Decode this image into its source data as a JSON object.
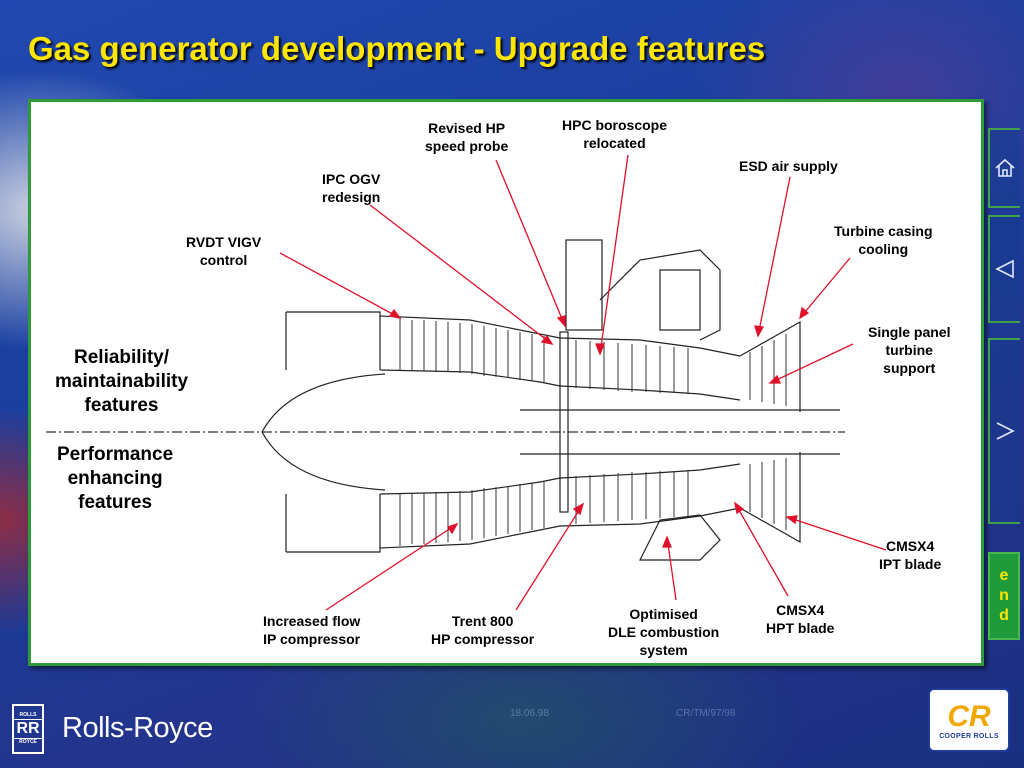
{
  "slide": {
    "title": "Gas generator development - Upgrade features"
  },
  "diagram": {
    "labels": {
      "revised_hp_probe": [
        "Revised HP",
        "speed probe"
      ],
      "hpc_boroscope": [
        "HPC boroscope",
        "relocated"
      ],
      "esd_air": [
        "ESD air supply"
      ],
      "ipc_ogv": [
        "IPC OGV",
        "redesign"
      ],
      "rvdt_vigv": [
        "RVDT VIGV",
        "control"
      ],
      "turbine_casing": [
        "Turbine casing",
        "cooling"
      ],
      "single_panel": [
        "Single panel",
        "turbine",
        "support"
      ],
      "reliability": [
        "Reliability/",
        "maintainability",
        "features"
      ],
      "performance": [
        "Performance",
        "enhancing",
        "features"
      ],
      "cmsx4_ipt": [
        "CMSX4",
        "IPT blade"
      ],
      "cmsx4_hpt": [
        "CMSX4",
        "HPT blade"
      ],
      "increased_flow": [
        "Increased flow",
        "IP compressor"
      ],
      "trent800": [
        "Trent 800",
        "HP compressor"
      ],
      "optimised_dle": [
        "Optimised",
        "DLE combustion",
        "system"
      ]
    },
    "colors": {
      "leader": "#e0102a",
      "frame": "#2f9a3a",
      "title": "#ffe600"
    }
  },
  "nav": {
    "home_icon": "home-icon",
    "back_icon": "triangle-left-icon",
    "down_icon": "triangle-down-icon",
    "end_letters": [
      "e",
      "n",
      "d"
    ]
  },
  "footer": {
    "brand": "Rolls-Royce",
    "badge_top": "ROLLS",
    "badge_mono": "RR",
    "badge_bottom": "ROYCE",
    "faint_left": "18.06.98",
    "faint_right": "CR/TM/97/98",
    "partner_mark": "CR",
    "partner_name": "COOPER ROLLS"
  }
}
